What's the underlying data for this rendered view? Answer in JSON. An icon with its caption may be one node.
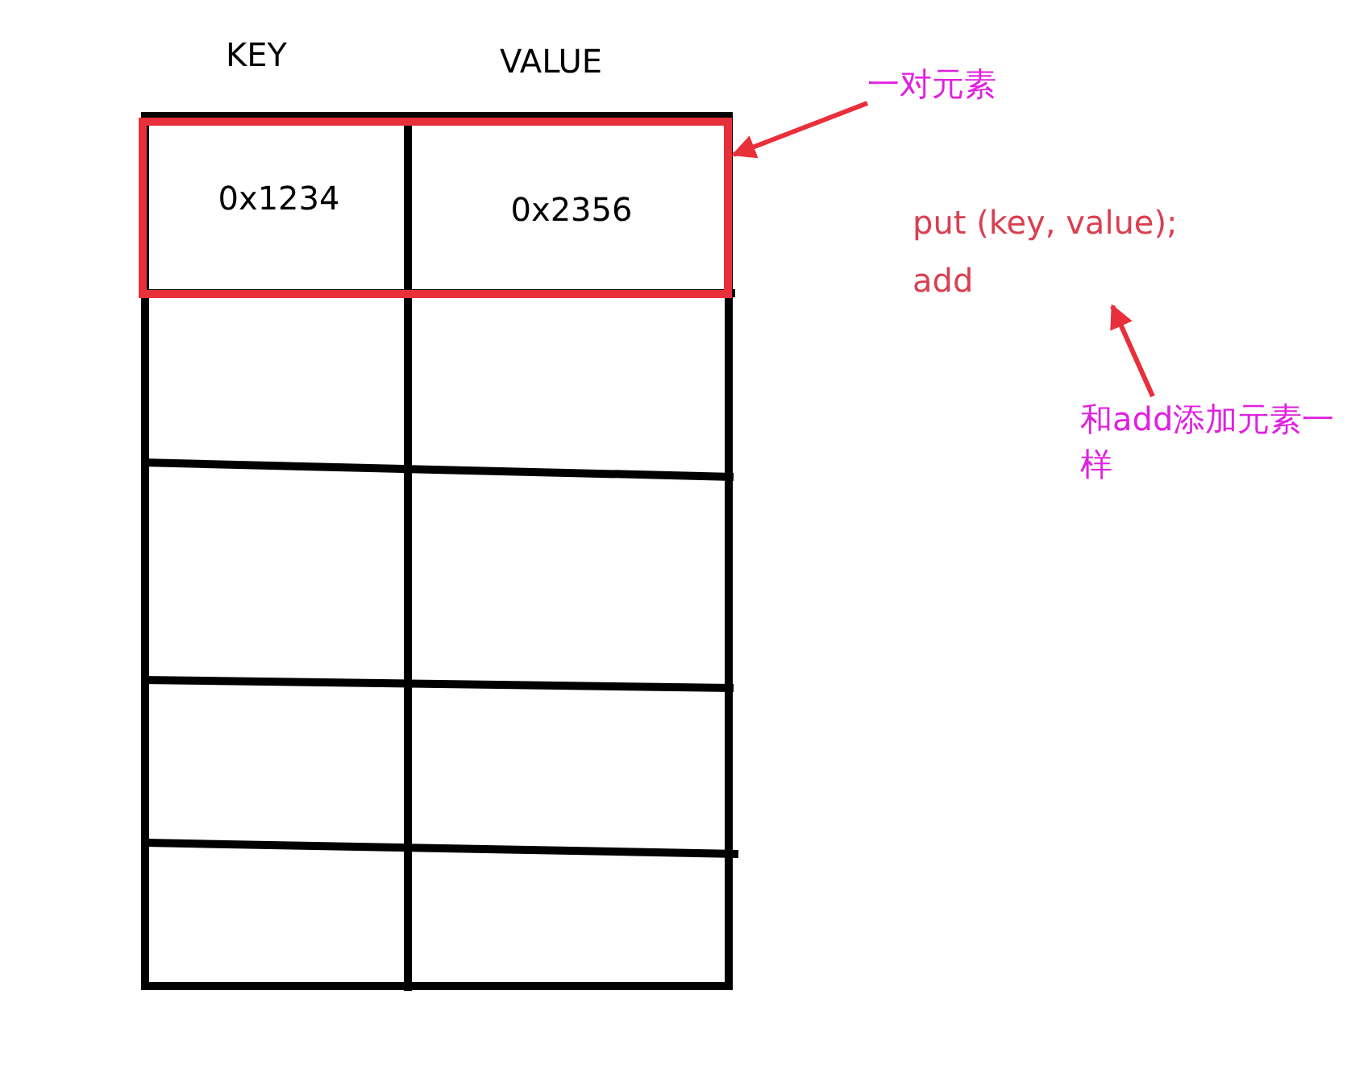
{
  "diagram": {
    "nodes": [
      {
        "text": [],
        "shape": "box"
      },
      {
        "text": [
          "0x1234"
        ],
        "in": 0
      },
      {
        "text": [
          "0x2356"
        ],
        "in": 0
      },
      {
        "text": [
          "一对元素"
        ]
      },
      {
        "text": [
          "put (key, value); add"
        ]
      },
      {
        "text": [
          "和add添加元素一样"
        ]
      }
    ],
    "edges": [
      {
        "from": 3,
        "to": 0,
        "arrow": "to",
        "color": "#e8303a"
      },
      {
        "from": 5,
        "to": 4,
        "arrow": "to",
        "color": "#e8303a"
      }
    ],
    "labels": [
      "KEY",
      "VALUE"
    ]
  }
}
